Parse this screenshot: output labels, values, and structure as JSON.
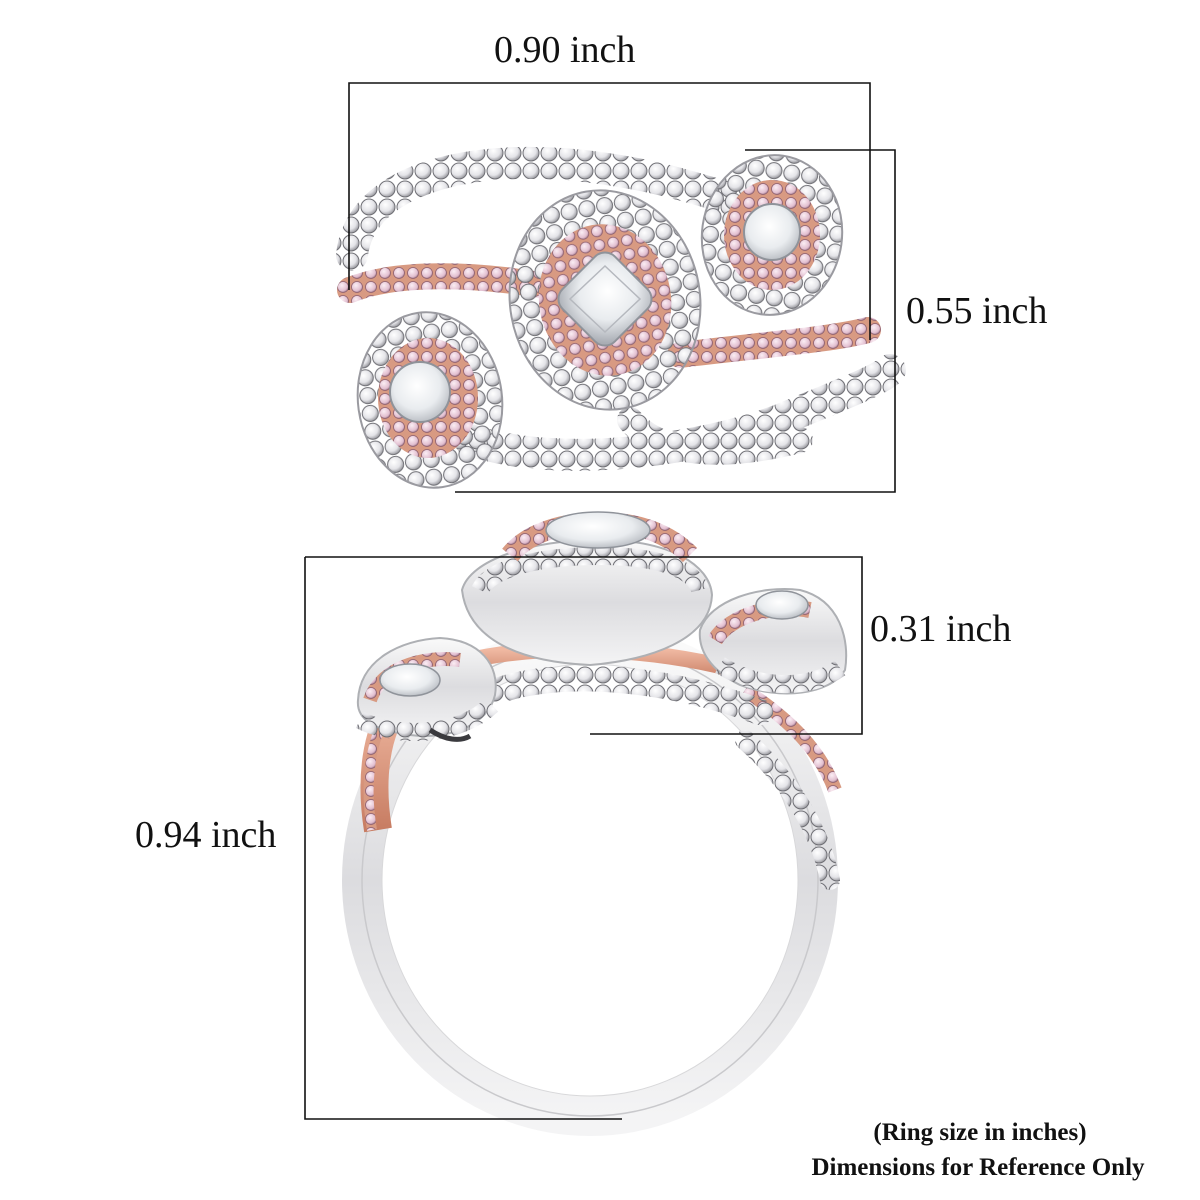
{
  "product_image": {
    "top_view_alt": "Two-tone rose and white gold ring with three halo clusters of white and pink diamonds, top view",
    "side_view_alt": "Same ring, side profile view showing the band and raised halo settings"
  },
  "dimensions": {
    "width_top": {
      "value": "0.90",
      "unit": "inch",
      "label": "0.90 inch"
    },
    "height_top": {
      "value": "0.55",
      "unit": "inch",
      "label": "0.55 inch"
    },
    "setting_height": {
      "value": "0.31",
      "unit": "inch",
      "label": "0.31 inch"
    },
    "ring_height": {
      "value": "0.94",
      "unit": "inch",
      "label": "0.94 inch"
    }
  },
  "notes": {
    "ring_size": "(Ring size in inches)",
    "disclaimer": "Dimensions for Reference Only"
  },
  "colors": {
    "background": "#ffffff",
    "line": "#111111",
    "white_gold": "#e6e6e8",
    "rose_gold": "#d99a80",
    "diamond": "#f4f4f6",
    "pink_diamond": "#e8c8d6"
  }
}
